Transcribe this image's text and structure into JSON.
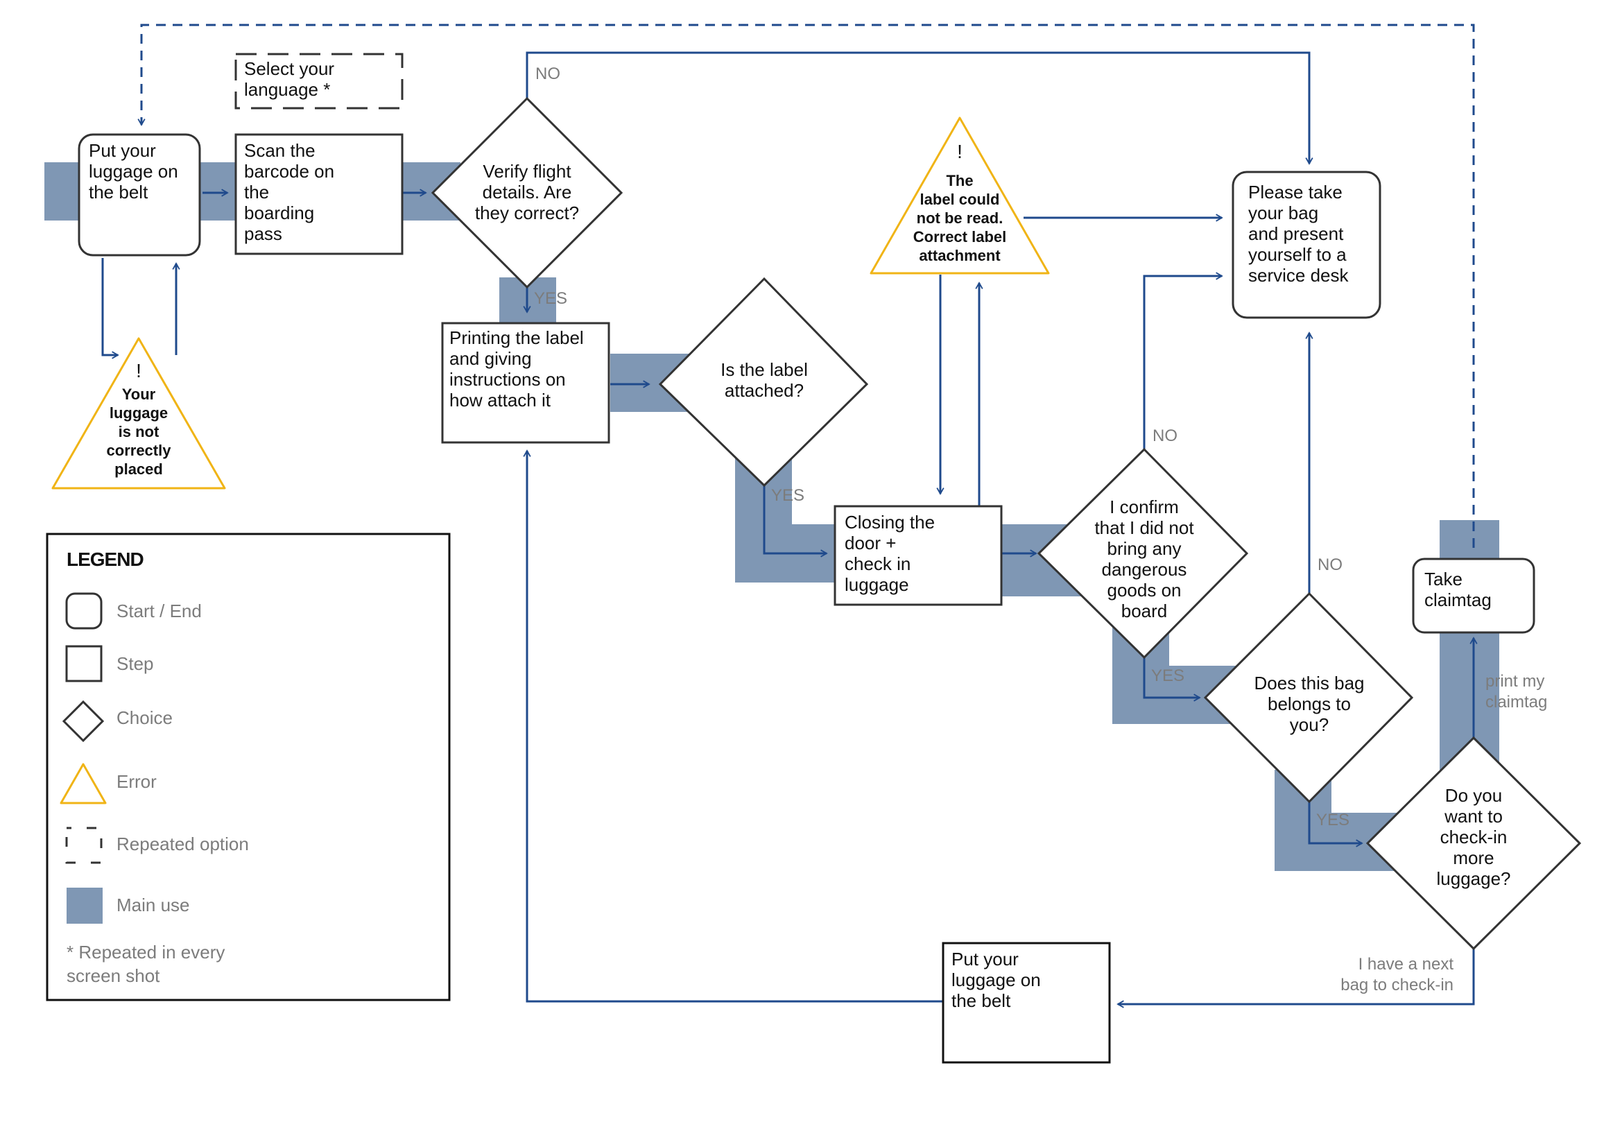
{
  "colors": {
    "flow_line": "#1f4a8c",
    "main_band": "#7f97b4",
    "box_stroke": "#333333",
    "error_stroke": "#f0b416",
    "label_text": "#7c7c7c",
    "text": "#111111"
  },
  "nodes": {
    "put_luggage_start": [
      "Put your",
      "luggage on",
      "the belt"
    ],
    "scan_barcode": [
      "Scan the",
      "barcode on",
      "the",
      "boarding",
      "pass"
    ],
    "select_language": [
      "Select your",
      "language *"
    ],
    "verify_flight": [
      "Verify flight",
      "details. Are",
      "they correct?"
    ],
    "printing_label": [
      "Printing the label",
      "and giving",
      "instructions on",
      "how attach it"
    ],
    "label_attached": [
      "Is the label",
      "attached?"
    ],
    "closing_door": [
      "Closing the",
      "door +",
      "check in",
      "luggage"
    ],
    "confirm_goods": [
      "I confirm",
      "that I did not",
      "bring any",
      "dangerous",
      "goods on",
      "board"
    ],
    "bag_belongs": [
      "Does this bag",
      "belongs to",
      "you?"
    ],
    "more_luggage": [
      "Do you",
      "want to",
      "check-in",
      "more",
      "luggage?"
    ],
    "take_claimtag": [
      "Take",
      "claimtag"
    ],
    "service_desk": [
      "Please take",
      "your bag",
      "and present",
      "yourself to a",
      "service desk"
    ],
    "put_luggage_next": [
      "Put your",
      "luggage on",
      "the belt"
    ]
  },
  "errors": {
    "luggage_placed": {
      "mark": "!",
      "lines": [
        "Your",
        "luggage",
        "is not",
        "correctly",
        "placed"
      ]
    },
    "label_unread": {
      "mark": "!",
      "lines": [
        "The",
        "label could",
        "not be read.",
        "Correct label",
        "attachment"
      ]
    }
  },
  "edge_labels": {
    "verify_no": "NO",
    "verify_yes": "YES",
    "attached_yes": "YES",
    "confirm_no": "NO",
    "confirm_yes": "YES",
    "belongs_no": "NO",
    "belongs_yes": "YES",
    "print_claimtag": [
      "print my",
      "claimtag"
    ],
    "next_bag": [
      "I have a next",
      "bag to check-in"
    ]
  },
  "legend": {
    "title": "LEGEND",
    "start_end": "Start / End",
    "step": "Step",
    "choice": "Choice",
    "error": "Error",
    "repeated": "Repeated option",
    "main_use": "Main use",
    "note": [
      "* Repeated in every",
      "screen shot"
    ]
  }
}
